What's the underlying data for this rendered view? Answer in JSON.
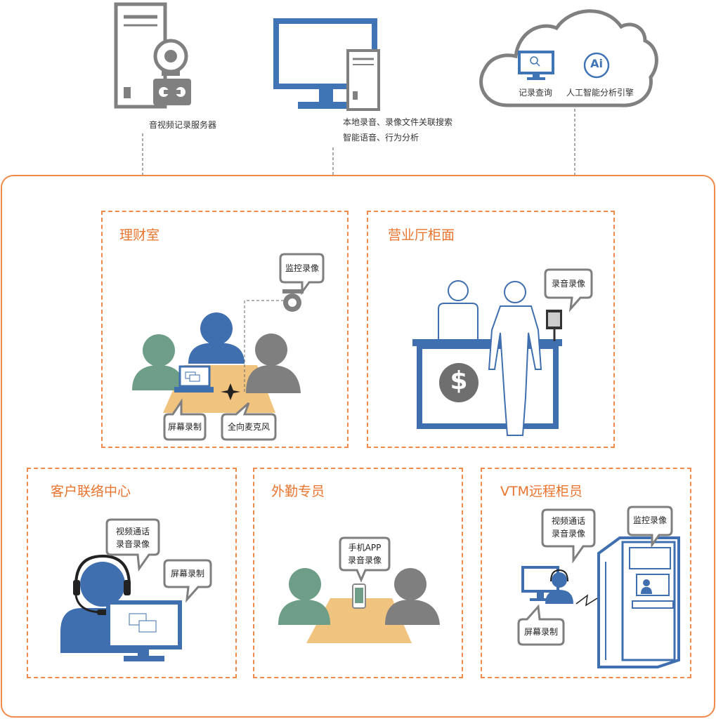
{
  "top": {
    "server_label": "音视频记录服务器",
    "desktop_lines": [
      "本地录音、录像文件关联搜索",
      "智能语音、行为分析"
    ],
    "cloud_query_label": "记录查询",
    "cloud_ai_label": "人工智能分析引擎",
    "ai_badge": "Ai"
  },
  "panels": {
    "wealth": {
      "title": "理财室",
      "bubbles": {
        "monitor": "监控录像",
        "screen": "屏幕录制",
        "mic": "全向麦克风"
      }
    },
    "counter": {
      "title": "营业厅柜面",
      "bubbles": {
        "record": "录音录像"
      },
      "sign": "$"
    },
    "contact": {
      "title": "客户联络中心",
      "bubbles": {
        "video_l1": "视频通话",
        "video_l2": "录音录像",
        "screen": "屏幕录制"
      }
    },
    "field": {
      "title": "外勤专员",
      "bubbles": {
        "app_l1": "手机APP",
        "app_l2": "录音录像"
      }
    },
    "vtm": {
      "title": "VTM远程柜员",
      "bubbles": {
        "video_l1": "视频通话",
        "video_l2": "录音录像",
        "monitor": "监控录像",
        "screen": "屏幕录制"
      }
    }
  },
  "colors": {
    "orange": "#f08a4b",
    "blue": "#3f6fae",
    "gray": "#7f7f7f",
    "green": "#6e9e88",
    "sand": "#f0c47f"
  }
}
